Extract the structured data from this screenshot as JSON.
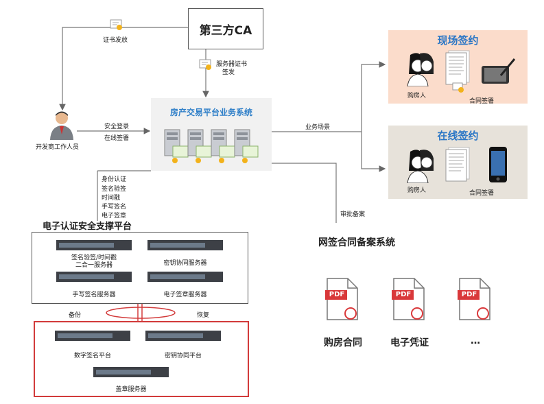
{
  "ca": {
    "title": "第三方CA"
  },
  "labels": {
    "cert_issue": "证书发放",
    "server_cert_line1": "服务器证书",
    "server_cert_line2": "签发",
    "secure_login": "安全登录",
    "online_sign": "在线签署",
    "business_scene": "业务场景",
    "approval_filing": "审批备案",
    "developer": "开发商工作人员",
    "backup": "备份",
    "restore": "恢复"
  },
  "system": {
    "title": "房产交易平台业务系统"
  },
  "functions": [
    "身份认证",
    "签名验签",
    "时间戳",
    "手写签名",
    "电子签章"
  ],
  "onsite": {
    "title": "现场签约",
    "buyer": "购房人",
    "contract": "合同签署"
  },
  "online": {
    "title": "在线签约",
    "buyer": "购房人",
    "contract": "合同签署"
  },
  "platform": {
    "title": "电子认证安全支撑平台",
    "servers": [
      {
        "label_line1": "签名验签/时间戳",
        "label_line2": "二合一服务器"
      },
      {
        "label_line1": "密钥协同服务器",
        "label_line2": ""
      },
      {
        "label_line1": "手写签名服务器",
        "label_line2": ""
      },
      {
        "label_line1": "电子签章服务器",
        "label_line2": ""
      }
    ]
  },
  "backup_platform": {
    "servers": [
      {
        "label": "数字签名平台"
      },
      {
        "label": "密钥协同平台"
      },
      {
        "label": "盖章服务器"
      }
    ]
  },
  "archive": {
    "title": "网签合同备案系统",
    "docs": [
      {
        "badge": "PDF",
        "label": "购房合同"
      },
      {
        "badge": "PDF",
        "label": "电子凭证"
      },
      {
        "badge": "PDF",
        "label": "…"
      }
    ]
  },
  "colors": {
    "accent_blue": "#2a76c6",
    "onsite_bg": "#fbdccb",
    "online_bg": "#e7e2da",
    "pdf_red": "#d9383a",
    "backup_border": "#d23a3a"
  }
}
